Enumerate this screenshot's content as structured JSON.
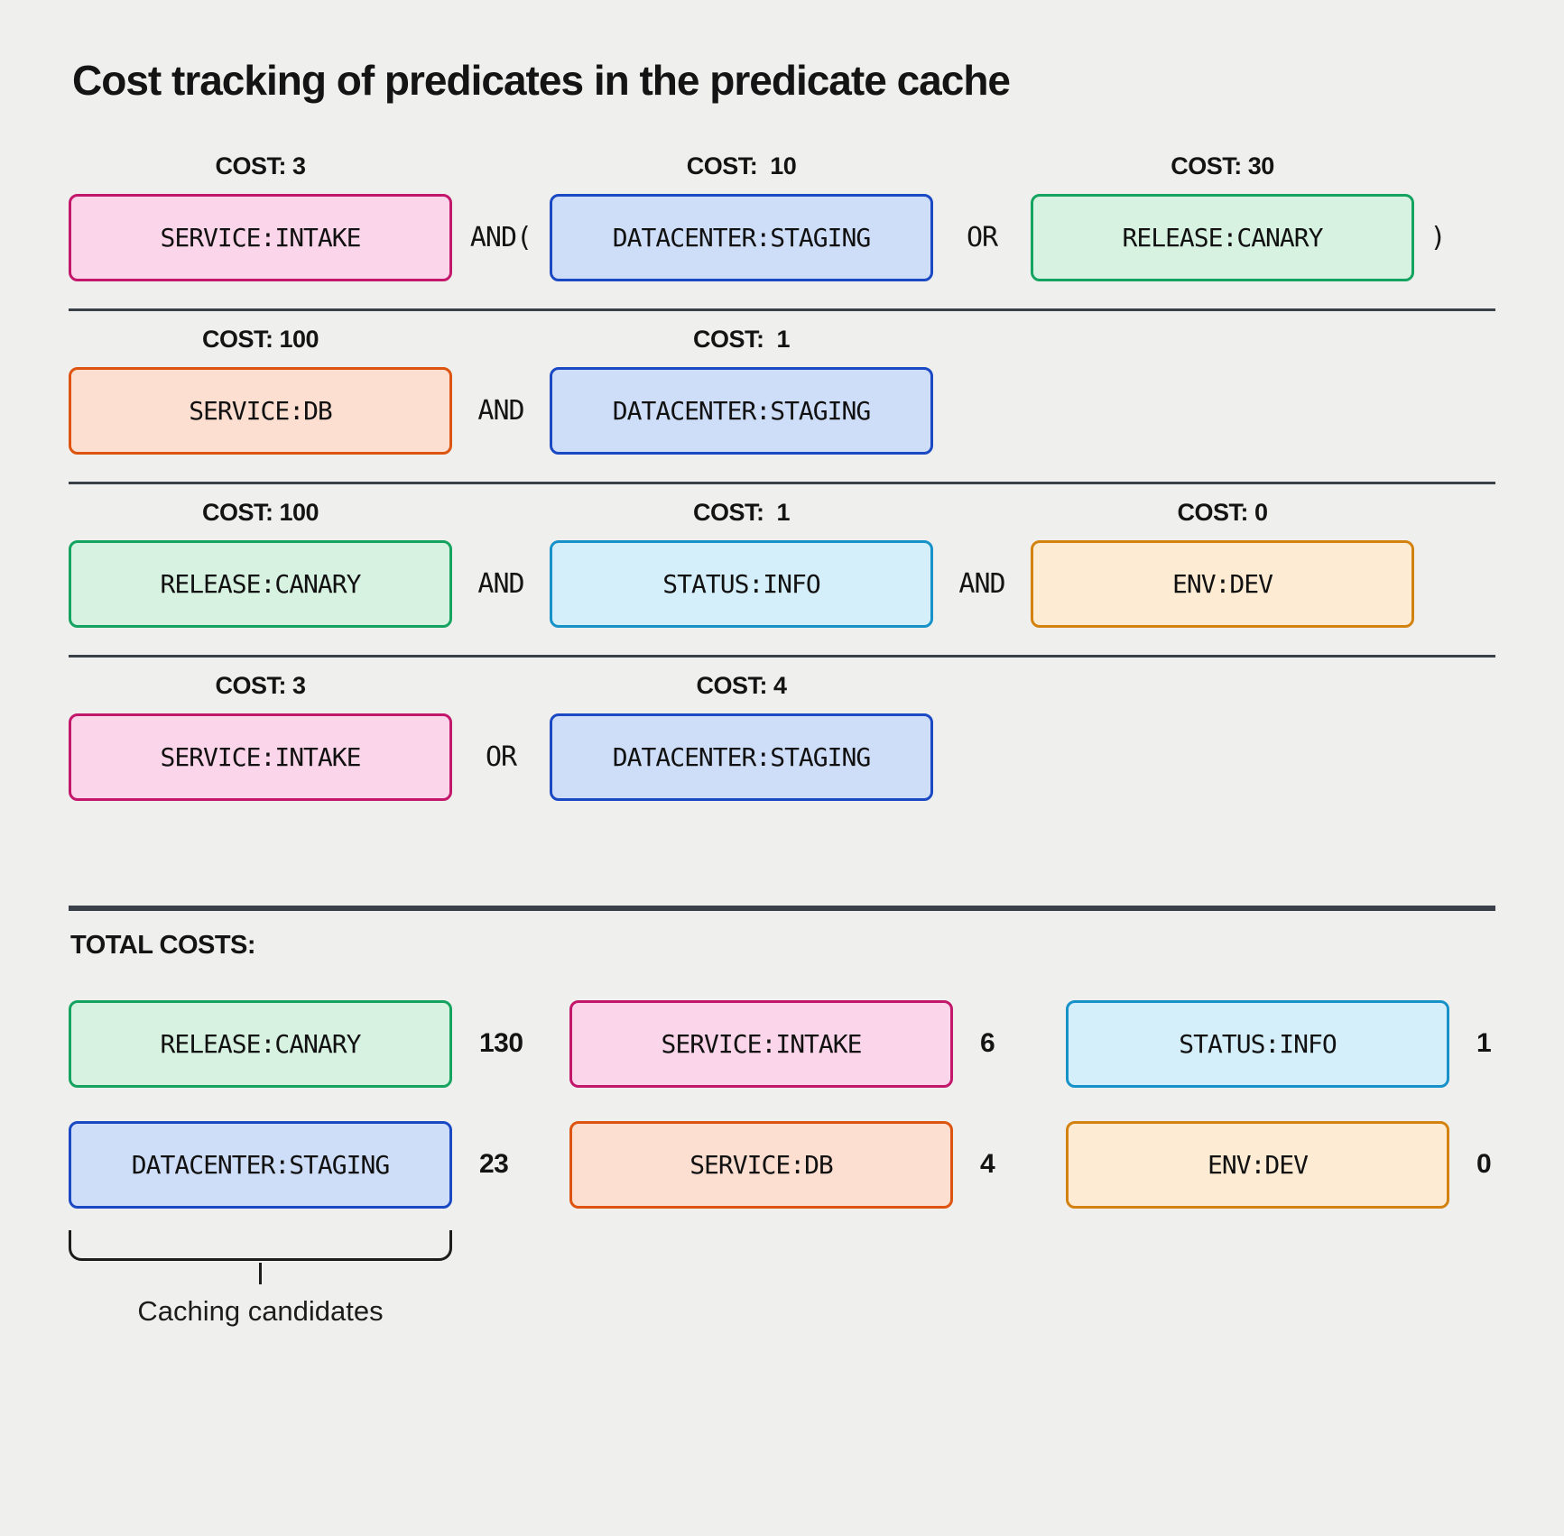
{
  "title": "Cost tracking of predicates in the predicate cache",
  "colors": {
    "pink": {
      "bg": "#fbd5e9",
      "border": "#c2176b"
    },
    "blue": {
      "bg": "#cfdef8",
      "border": "#1b49c4"
    },
    "green": {
      "bg": "#d8f2e2",
      "border": "#14a45f"
    },
    "peach": {
      "bg": "#fcdfd1",
      "border": "#dd5410"
    },
    "cyan": {
      "bg": "#d4effa",
      "border": "#1792c9"
    },
    "cream": {
      "bg": "#fdebd3",
      "border": "#d4820f"
    }
  },
  "divider_color": "#3a4047",
  "expressions": [
    {
      "items": [
        {
          "type": "predicate",
          "label": "SERVICE:INTAKE",
          "color": "pink",
          "cost_label": "COST: 3"
        },
        {
          "type": "operator",
          "text": "AND("
        },
        {
          "type": "predicate",
          "label": "DATACENTER:STAGING",
          "color": "blue",
          "cost_label": "COST:  10"
        },
        {
          "type": "operator",
          "text": "OR"
        },
        {
          "type": "predicate",
          "label": "RELEASE:CANARY",
          "color": "green",
          "cost_label": "COST: 30"
        },
        {
          "type": "operator",
          "text": ")"
        }
      ]
    },
    {
      "items": [
        {
          "type": "predicate",
          "label": "SERVICE:DB",
          "color": "peach",
          "cost_label": "COST: 100"
        },
        {
          "type": "operator",
          "text": "AND"
        },
        {
          "type": "predicate",
          "label": "DATACENTER:STAGING",
          "color": "blue",
          "cost_label": "COST:  1"
        }
      ]
    },
    {
      "items": [
        {
          "type": "predicate",
          "label": "RELEASE:CANARY",
          "color": "green",
          "cost_label": "COST: 100"
        },
        {
          "type": "operator",
          "text": "AND"
        },
        {
          "type": "predicate",
          "label": "STATUS:INFO",
          "color": "cyan",
          "cost_label": "COST:  1"
        },
        {
          "type": "operator",
          "text": "AND"
        },
        {
          "type": "predicate",
          "label": "ENV:DEV",
          "color": "cream",
          "cost_label": "COST: 0"
        }
      ]
    },
    {
      "items": [
        {
          "type": "predicate",
          "label": "SERVICE:INTAKE",
          "color": "pink",
          "cost_label": "COST: 3"
        },
        {
          "type": "operator",
          "text": "OR"
        },
        {
          "type": "predicate",
          "label": "DATACENTER:STAGING",
          "color": "blue",
          "cost_label": "COST: 4"
        }
      ]
    }
  ],
  "totals": {
    "heading": "TOTAL COSTS:",
    "items": [
      {
        "label": "RELEASE:CANARY",
        "color": "green",
        "total": "130"
      },
      {
        "label": "SERVICE:INTAKE",
        "color": "pink",
        "total": "6"
      },
      {
        "label": "STATUS:INFO",
        "color": "cyan",
        "total": "1"
      },
      {
        "label": "DATACENTER:STAGING",
        "color": "blue",
        "total": "23"
      },
      {
        "label": "SERVICE:DB",
        "color": "peach",
        "total": "4"
      },
      {
        "label": "ENV:DEV",
        "color": "cream",
        "total": "0"
      }
    ]
  },
  "caching_candidates_label": "Caching candidates"
}
